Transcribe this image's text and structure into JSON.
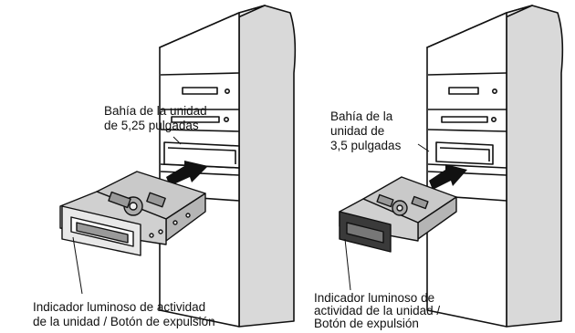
{
  "left_panel": {
    "bay_label_line1": "Bahía de la unidad",
    "bay_label_line2": "de 5,25 pulgadas",
    "indicator_line1": "Indicador luminoso de actividad",
    "indicator_line2": "de la unidad / Botón de expulsión"
  },
  "right_panel": {
    "bay_label_line1": "Bahía de la",
    "bay_label_line2": "unidad de",
    "bay_label_line3": "3,5 pulgadas",
    "indicator_line1": "Indicador luminoso de",
    "indicator_line2": "actividad de la unidad /",
    "indicator_line3": "Botón de expulsión"
  },
  "colors": {
    "line": "#111111",
    "tower_face": "#ffffff",
    "tower_side": "#d9d9d9",
    "drive_body": "#bfbfbf",
    "arrow": "#111111"
  }
}
